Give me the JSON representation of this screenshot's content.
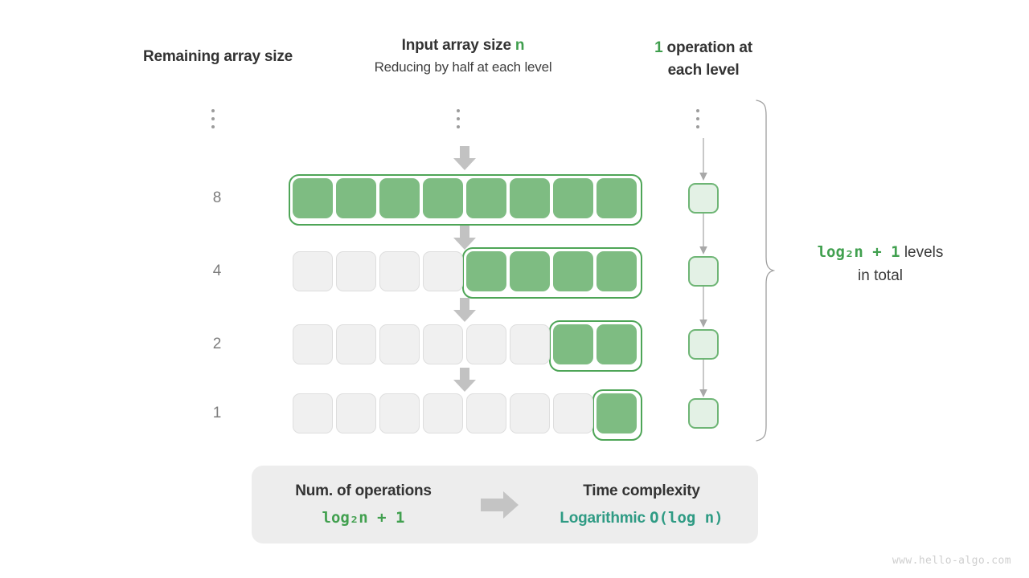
{
  "headers": {
    "left": "Remaining array size",
    "middle_title_prefix": "Input array size ",
    "middle_title_accent": "n",
    "middle_subtitle": "Reducing by half at each level",
    "right_accent": "1",
    "right_text_line1": " operation at",
    "right_text_line2": "each level"
  },
  "row_labels": [
    "8",
    "4",
    "2",
    "1"
  ],
  "rows": [
    {
      "size_label": "8",
      "total_cells": 8,
      "filled_cells": 8,
      "fill_start_index": 0
    },
    {
      "size_label": "4",
      "total_cells": 8,
      "filled_cells": 4,
      "fill_start_index": 4
    },
    {
      "size_label": "2",
      "total_cells": 8,
      "filled_cells": 2,
      "fill_start_index": 6
    },
    {
      "size_label": "1",
      "total_cells": 8,
      "filled_cells": 1,
      "fill_start_index": 7
    }
  ],
  "operations_per_level": [
    "1",
    "1",
    "1",
    "1"
  ],
  "annotation": {
    "formula": "log₂n + 1",
    "label": "levels",
    "line2": "in total"
  },
  "summary": {
    "left_title": "Num. of operations",
    "left_value": "log₂n + 1",
    "right_title": "Time complexity",
    "right_value_word": "Logarithmic",
    "right_value_bigo": "O(log n)",
    "arrow_icon": "right-arrow-icon"
  },
  "watermark": "www.hello-algo.com",
  "colors": {
    "green_fill": "#7ebc82",
    "green_border": "#4ea557",
    "light_green_fill": "#e3f1e5",
    "empty_cell": "#f0f0f0",
    "accent_green": "#3f9e4d",
    "teal": "#2f9b84",
    "gray_text": "#7d7d7d",
    "panel_bg": "#ededed"
  }
}
